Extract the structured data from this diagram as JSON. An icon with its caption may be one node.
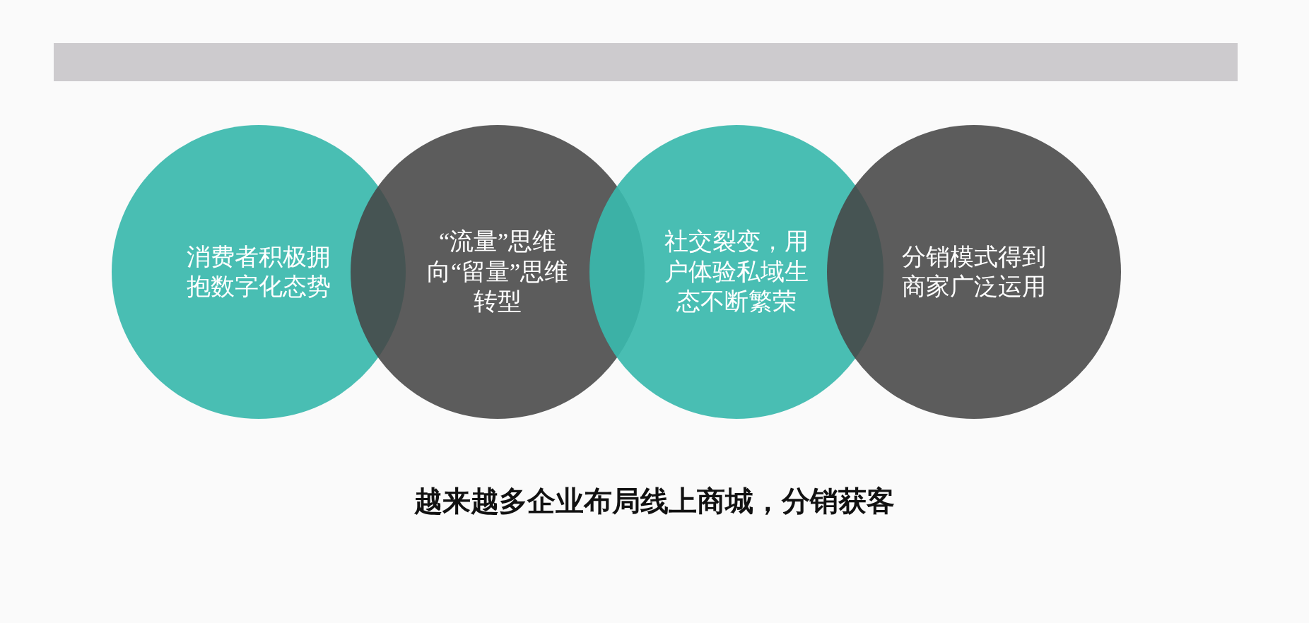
{
  "diagram": {
    "nodes": [
      {
        "text": [
          "消费者积极拥抱数字化态势"
        ]
      },
      {
        "text": [
          "“流量”思维向“留量”思维转型"
        ]
      },
      {
        "text": [
          "社交裂变，用户体验私域生态不断繁荣"
        ]
      },
      {
        "text": [
          "分销模式得到商家广泛运用"
        ]
      }
    ],
    "caption": "越来越多企业布局线上商城，分销获客"
  }
}
